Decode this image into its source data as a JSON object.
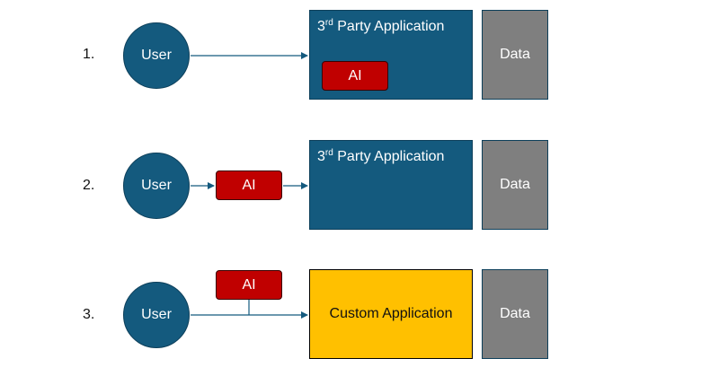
{
  "rows": [
    {
      "number": "1.",
      "user": "User",
      "app": {
        "title_prefix": "3",
        "title_sup": "rd",
        "title_suffix": " Party Application",
        "ai": "AI"
      },
      "data": "Data"
    },
    {
      "number": "2.",
      "user": "User",
      "ai": "AI",
      "app": {
        "title_prefix": "3",
        "title_sup": "rd",
        "title_suffix": " Party Application"
      },
      "data": "Data"
    },
    {
      "number": "3.",
      "user": "User",
      "ai": "AI",
      "app": {
        "title": "Custom Application"
      },
      "data": "Data"
    }
  ],
  "colors": {
    "user_fill": "#145a7e",
    "app_fill": "#145a7e",
    "custom_app_fill": "#ffc000",
    "data_fill": "#7f7f7f",
    "ai_fill": "#c00000",
    "connector": "#145a7e"
  },
  "icons": [
    "arrow-right-icon"
  ]
}
